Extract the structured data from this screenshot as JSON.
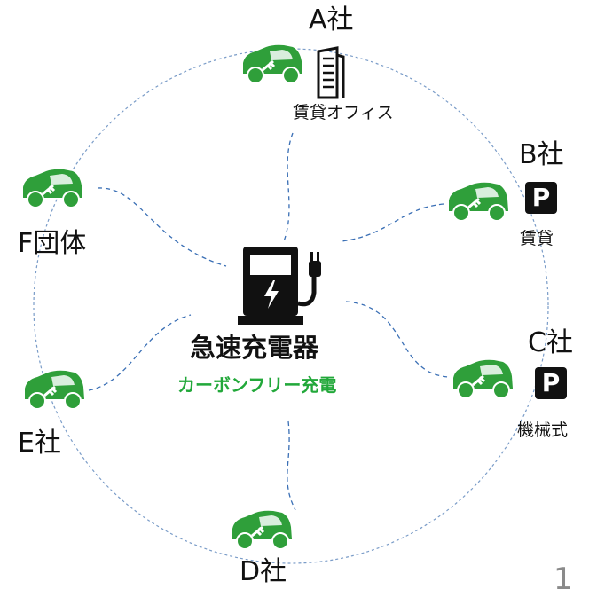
{
  "hub": {
    "title": "急速充電器",
    "subtitle": "カーボンフリー充電",
    "icon": "ev-charger-icon"
  },
  "nodes": [
    {
      "id": "a",
      "label": "A社",
      "sub": "賃貸オフィス",
      "icon": "office-building-icon"
    },
    {
      "id": "b",
      "label": "B社",
      "sub": "賃貸",
      "icon": "parking-icon",
      "icon_text": "P"
    },
    {
      "id": "c",
      "label": "C社",
      "sub": "機械式",
      "icon": "parking-icon",
      "icon_text": "P"
    },
    {
      "id": "d",
      "label": "D社"
    },
    {
      "id": "e",
      "label": "E社"
    },
    {
      "id": "f",
      "label": "F団体"
    }
  ],
  "page_number": "1",
  "colors": {
    "car": "#2f9f3a",
    "accent_text": "#22a83a",
    "link_line": "#3a6fb5"
  }
}
